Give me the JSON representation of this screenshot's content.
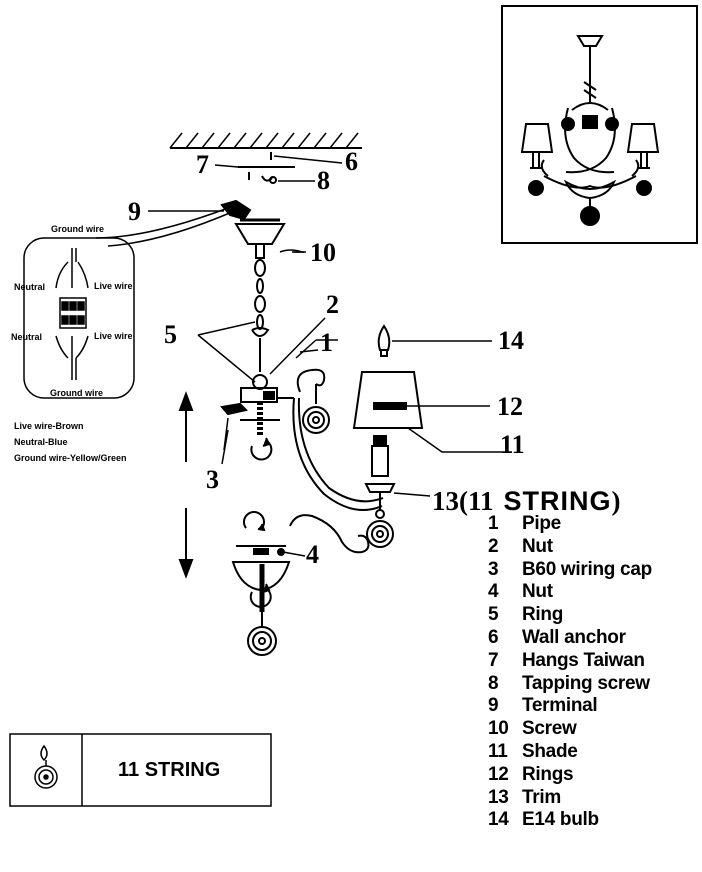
{
  "callouts": {
    "c1": "1",
    "c2": "2",
    "c3": "3",
    "c4": "4",
    "c5": "5",
    "c6": "6",
    "c7": "7",
    "c8": "8",
    "c9": "9",
    "c10": "10",
    "c11": "11",
    "c12": "12",
    "c13": "13",
    "c14": "14"
  },
  "wiring": {
    "ground_top": "Ground wire",
    "neutral_top": "Neutral",
    "live_top": "Live wire",
    "neutral_bottom": "Neutral",
    "live_bottom": "Live wire",
    "ground_bottom": "Ground wire"
  },
  "color_legend": [
    "Live wire-Brown",
    "Neutral-Blue",
    "Ground wire-Yellow/Green"
  ],
  "string_header": {
    "open": "(11",
    "word": "STRING",
    "close": ")"
  },
  "parts": [
    {
      "num": "1",
      "name": "Pipe"
    },
    {
      "num": "2",
      "name": "Nut"
    },
    {
      "num": "3",
      "name": "B60 wiring cap"
    },
    {
      "num": "4",
      "name": "Nut"
    },
    {
      "num": "5",
      "name": "Ring"
    },
    {
      "num": "6",
      "name": "Wall anchor"
    },
    {
      "num": "7",
      "name": "Hangs Taiwan"
    },
    {
      "num": "8",
      "name": "Tapping screw"
    },
    {
      "num": "9",
      "name": "Terminal"
    },
    {
      "num": "10",
      "name": "Screw"
    },
    {
      "num": "11",
      "name": "Shade"
    },
    {
      "num": "12",
      "name": "Rings"
    },
    {
      "num": "13",
      "name": "Trim"
    },
    {
      "num": "14",
      "name": "E14  bulb"
    }
  ],
  "string_box": {
    "label": "11 STRING"
  }
}
